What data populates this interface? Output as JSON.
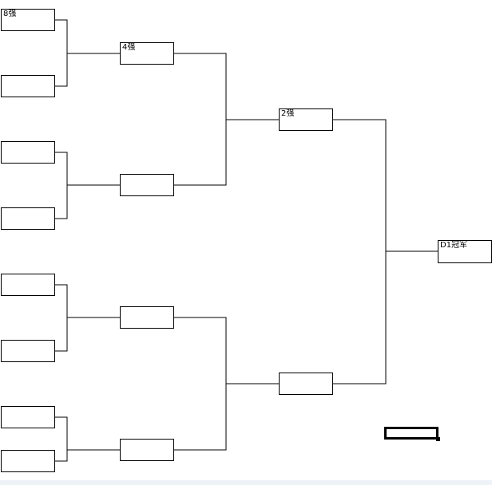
{
  "bracket": {
    "round_of_8": {
      "label": "8强",
      "slots": [
        "8强",
        "",
        "",
        "",
        "",
        "",
        "",
        ""
      ]
    },
    "round_of_4": {
      "label": "4强",
      "slots": [
        "4强",
        "",
        "",
        ""
      ]
    },
    "round_of_2": {
      "label": "2强",
      "slots": [
        "2强",
        ""
      ]
    },
    "champion": {
      "label": "D1冠军"
    }
  },
  "colors": {
    "line": "#000000",
    "background": "#ffffff",
    "bottom_strip": "#eef3f8"
  }
}
